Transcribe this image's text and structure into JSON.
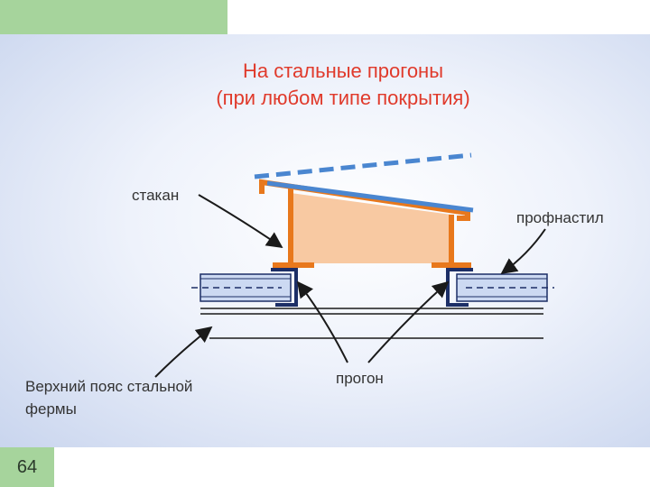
{
  "slide": {
    "title_line1": "На стальные прогоны",
    "title_line2": "(при любом типе покрытия)",
    "page_number": "64"
  },
  "labels": {
    "stakan": "стакан",
    "profnastil": "профнастил",
    "progon": "прогон",
    "top_chord_line1": "Верхний пояс стальной",
    "top_chord_line2": "фермы"
  },
  "colors": {
    "title": "#e03a2b",
    "cup_stroke": "#e8781c",
    "cup_fill": "#f8c9a2",
    "deck": "#4a86d0",
    "purlin_outline": "#1c2e66",
    "purlin_fill": "#ccd9f2",
    "lines": "#1a1a1a",
    "page_tab": "#a6d49c"
  }
}
